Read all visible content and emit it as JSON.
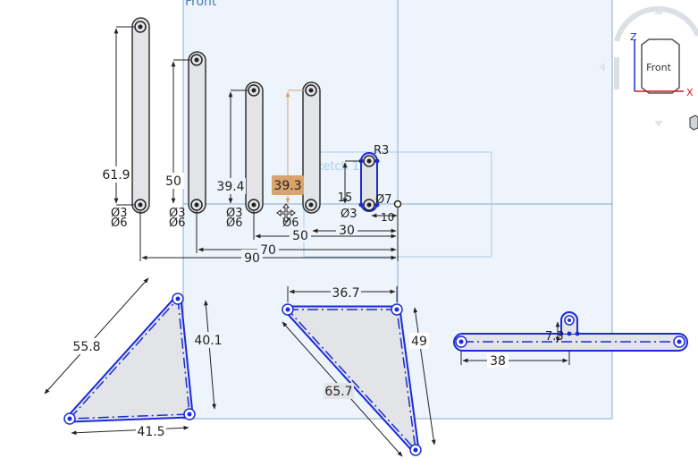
{
  "plane": {
    "label": "Front"
  },
  "sketch": {
    "label": "Sketch 1"
  },
  "view_cube": {
    "face": "Front",
    "axis_z": "Z",
    "axis_x": "X"
  },
  "dims": {
    "h1": "61.9",
    "h2": "50",
    "h3": "39.4",
    "h4": "39.3",
    "h5": "15",
    "r_small": "R3",
    "d_small": "Ø7",
    "d3_1": "Ø3",
    "d6_1": "Ø6",
    "d3_2": "Ø3",
    "d6_2": "Ø6",
    "d3_3": "Ø3",
    "d6_3": "Ø6",
    "d6_4": "Ø6",
    "d3_5": "Ø3",
    "d_10": "10",
    "w90": "90",
    "w70": "70",
    "w50": "50",
    "w30": "30",
    "tri1_side": "55.8",
    "tri1_right": "40.1",
    "tri1_bottom": "41.5",
    "tri2_top": "36.7",
    "tri2_right": "49",
    "tri2_hyp": "65.7",
    "bar_38": "38",
    "bar_7": "7.3"
  },
  "colors": {
    "plane_fill": "#eef4fb",
    "plane_stroke": "#8aaacf",
    "selected": "#1c2bd6",
    "sketch": "#3a3a3a",
    "highlight": "#d9a36a"
  }
}
